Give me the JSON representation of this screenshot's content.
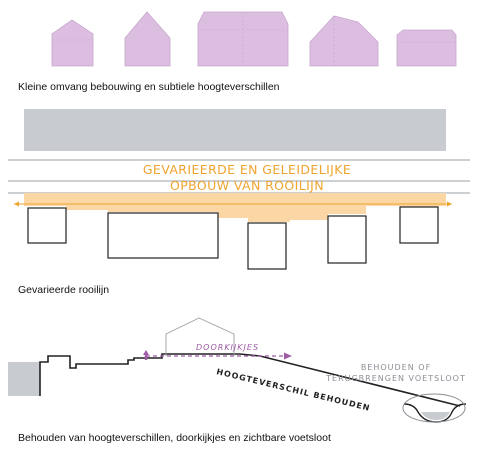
{
  "panel1": {
    "caption": "Kleine omvang bebouwing en subtiele hoogteverschillen",
    "colors": {
      "house_fill": "#dcbfe0",
      "house_stroke": "#c9a6cf"
    }
  },
  "panel2": {
    "caption": "Gevarieerde rooilijn",
    "label_line1": "GEVARIEERDE EN GELEIDELIJKE",
    "label_line2": "OPBOUW VAN ROOILIJN",
    "colors": {
      "band": "#fcd7a6",
      "text": "#f0a430",
      "block": "#c8ccd1",
      "arrow": "#f0a430"
    }
  },
  "panel3": {
    "caption": "Behouden van hoogteverschillen, doorkijkjes en zichtbare voetsloot",
    "label_doorkijkjes": "DOORKIJKJES",
    "label_hoogteverschil": "HOOGTEVERSCHIL BEHOUDEN",
    "label_voetsloot_line1": "BEHOUDEN OF",
    "label_voetsloot_line2": "TERUGBRENGEN VOETSLOOT",
    "colors": {
      "arrow": "#a05ba8",
      "voetsloot_text": "#8a8f96",
      "wall": "#c8ccd1"
    }
  }
}
